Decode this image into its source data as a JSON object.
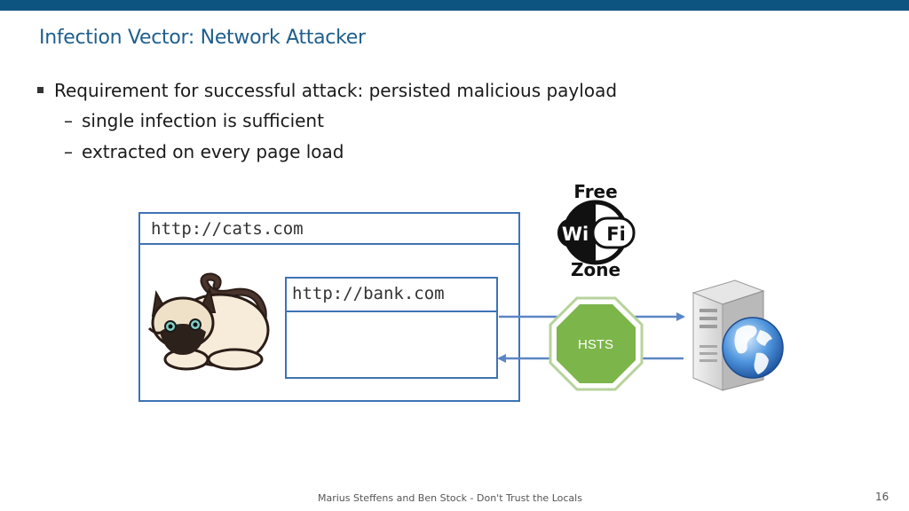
{
  "slide": {
    "title": "Infection Vector: Network Attacker",
    "bullet_main": "Requirement for successful attack: persisted malicious payload",
    "sub_bullets": [
      "single infection is sufficient",
      "extracted on every page load"
    ],
    "footer": "Marius Steffens and Ben Stock - Don't Trust the Locals",
    "page_number": "16"
  },
  "diagram": {
    "outer_url": "http://cats.com",
    "inner_url": "http://bank.com",
    "shield_label": "HSTS",
    "wifi_logo": {
      "top": "Free",
      "wi": "Wi",
      "fi": "Fi",
      "bottom": "Zone"
    }
  },
  "colors": {
    "header_bar": "#0d5480",
    "title": "#1f5f8c",
    "box_border": "#3e73b5",
    "arrow": "#5b86c4",
    "shield_fill": "#7cb54a",
    "shield_border": "#a8cc88"
  },
  "icons": [
    "cat-illustration",
    "wifi-zone-logo",
    "server-globe-icon",
    "stop-sign-shield"
  ]
}
